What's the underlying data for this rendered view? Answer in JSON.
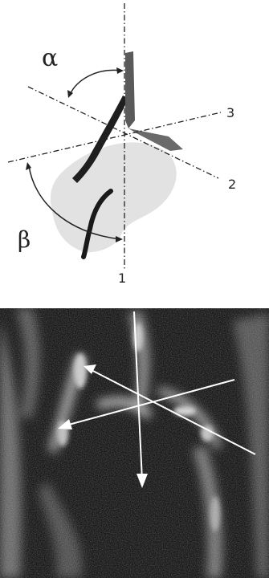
{
  "diagram": {
    "alpha_label": "α",
    "beta_label": "β",
    "line_labels": [
      "1",
      "2",
      "3"
    ]
  },
  "colors": {
    "background": "#ffffff",
    "ultrasound_frame": "#171717",
    "cartilage": "#2b2b2b",
    "femoral_head": "#e2e2e2",
    "bony_roof": "#5a5a5a",
    "overlay_lines": "#ffffff"
  },
  "icons": [
    "hip-schematic",
    "ultrasound-scan"
  ]
}
